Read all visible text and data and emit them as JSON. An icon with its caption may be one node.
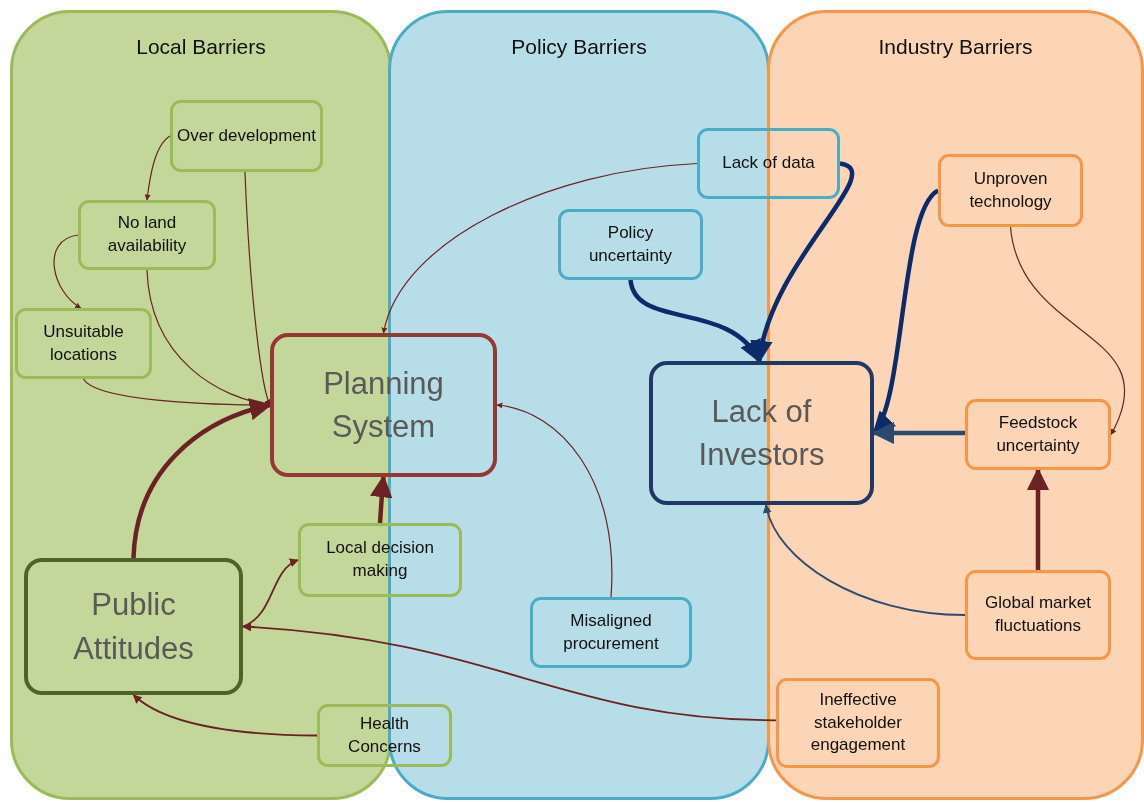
{
  "diagram": {
    "nodes": [
      {
        "text": [
          "Local Barriers"
        ]
      },
      {
        "text": [
          "Policy Barriers"
        ]
      },
      {
        "text": [
          "Industry Barriers"
        ]
      },
      {
        "text": [
          "Over development"
        ],
        "in": 0
      },
      {
        "text": [
          "No land availability"
        ],
        "in": 0
      },
      {
        "text": [
          "Unsuitable locations"
        ],
        "in": 0
      },
      {
        "text": [
          "Planning System"
        ]
      },
      {
        "text": [
          "Public Attitudes"
        ],
        "in": 0
      },
      {
        "text": [
          "Local decision making"
        ]
      },
      {
        "text": [
          "Health Concerns"
        ]
      },
      {
        "text": [
          "Lack of data"
        ]
      },
      {
        "text": [
          "Policy uncertainty"
        ],
        "in": 1
      },
      {
        "text": [
          "Misaligned procurement"
        ],
        "in": 1
      },
      {
        "text": [
          "Lack of Investors"
        ]
      },
      {
        "text": [
          "Unproven technology"
        ],
        "in": 2
      },
      {
        "text": [
          "Feedstock uncertainty"
        ],
        "in": 2
      },
      {
        "text": [
          "Global market fluctuations"
        ],
        "in": 2
      },
      {
        "text": [
          "Ineffective stakeholder engagement"
        ],
        "in": 2
      }
    ],
    "edges": [
      {
        "from": 3,
        "to": 4,
        "arrow": "to"
      },
      {
        "from": 4,
        "to": 5,
        "arrow": "to"
      },
      {
        "from": 3,
        "to": 6,
        "arrow": "to"
      },
      {
        "from": 4,
        "to": 6,
        "arrow": "to"
      },
      {
        "from": 5,
        "to": 6,
        "arrow": "to"
      },
      {
        "from": 10,
        "to": 6,
        "arrow": "to"
      },
      {
        "from": 7,
        "to": 6,
        "arrow": "to",
        "style": "thick"
      },
      {
        "from": 8,
        "to": 6,
        "arrow": "to",
        "style": "thick"
      },
      {
        "from": 7,
        "to": 8,
        "arrow": "to"
      },
      {
        "from": 17,
        "to": 7,
        "arrow": "to"
      },
      {
        "from": 9,
        "to": 7,
        "arrow": "to"
      },
      {
        "from": 12,
        "to": 6,
        "arrow": "to"
      },
      {
        "from": 11,
        "to": 13,
        "arrow": "to",
        "style": "thick",
        "color": "#0d2b6b"
      },
      {
        "from": 10,
        "to": 13,
        "arrow": "to",
        "style": "thick",
        "color": "#0d2b6b"
      },
      {
        "from": 14,
        "to": 13,
        "arrow": "to",
        "style": "thick",
        "color": "#0d2b6b"
      },
      {
        "from": 15,
        "to": 13,
        "arrow": "to",
        "style": "thick",
        "color": "#2c4a6e"
      },
      {
        "from": 14,
        "to": 15,
        "arrow": "to"
      },
      {
        "from": 16,
        "to": 15,
        "arrow": "to",
        "style": "thick"
      },
      {
        "from": 16,
        "to": 13,
        "arrow": "to",
        "color": "#2c4a6e"
      }
    ]
  }
}
